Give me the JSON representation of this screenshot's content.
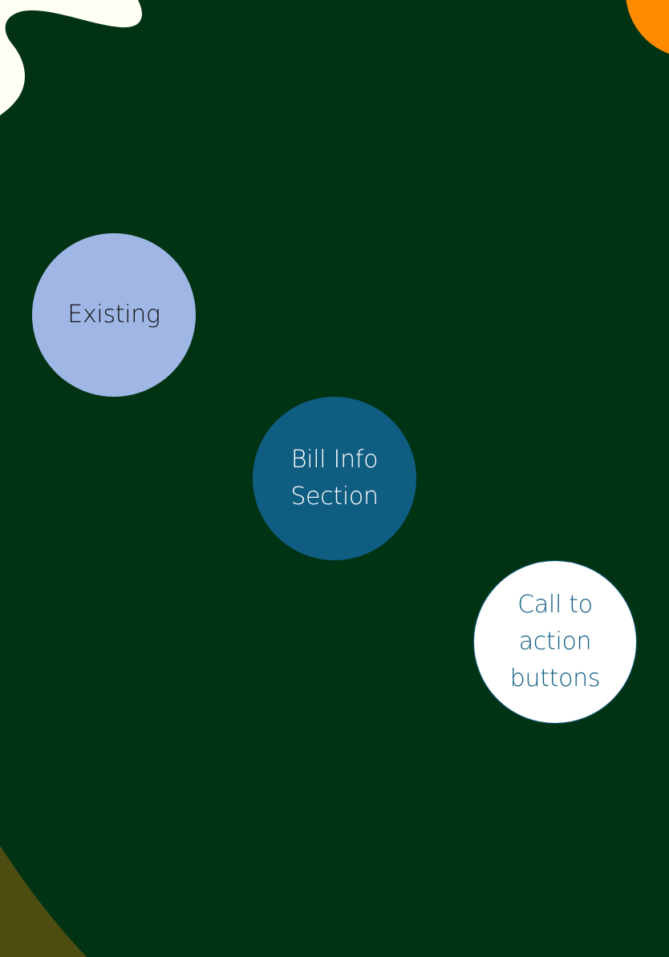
{
  "nodes": [
    {
      "label": "Existing",
      "fill": "#a0b7e6",
      "text_color": "#111111"
    },
    {
      "label": "Bill Info\nSection",
      "fill": "#105d82",
      "text_color": "#ffffff"
    },
    {
      "label": "Call to\naction\nbuttons",
      "fill": "#ffffff",
      "text_color": "#105d82"
    }
  ],
  "colors": {
    "background": "#003314",
    "cream_blob": "#fffff5",
    "orange_blob": "#ff8c00",
    "olive_blob": "#4d4d12"
  }
}
